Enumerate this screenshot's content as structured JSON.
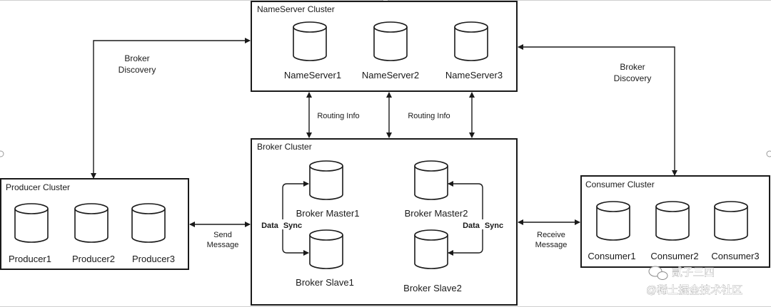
{
  "clusters": {
    "nameserver": "NameServer Cluster",
    "broker": "Broker Cluster",
    "producer": "Producer Cluster",
    "consumer": "Consumer Cluster"
  },
  "nodes": {
    "nameserver1": "NameServer1",
    "nameserver2": "NameServer2",
    "nameserver3": "NameServer3",
    "broker_master1": "Broker Master1",
    "broker_master2": "Broker Master2",
    "broker_slave1": "Broker Slave1",
    "broker_slave2": "Broker Slave2",
    "producer1": "Producer1",
    "producer2": "Producer2",
    "producer3": "Producer3",
    "consumer1": "Consumer1",
    "consumer2": "Consumer2",
    "consumer3": "Consumer3"
  },
  "edge_labels": {
    "broker_discovery_left": [
      "Broker",
      "Discovery"
    ],
    "broker_discovery_right": [
      "Broker",
      "Discovery"
    ],
    "routing_info_left": "Routing Info",
    "routing_info_right": "Routing Info",
    "send_message": [
      "Send",
      "Message"
    ],
    "receive_message": [
      "Receive",
      "Message"
    ],
    "data_sync_left": [
      "Data",
      "Sync"
    ],
    "data_sync_right": [
      "Data",
      "Sync"
    ]
  },
  "watermark": {
    "line1": "贰子三四",
    "line2": "@稀土掘金技术社区"
  },
  "colors": {
    "stroke": "#1a1a1a",
    "background": "#ffffff"
  }
}
